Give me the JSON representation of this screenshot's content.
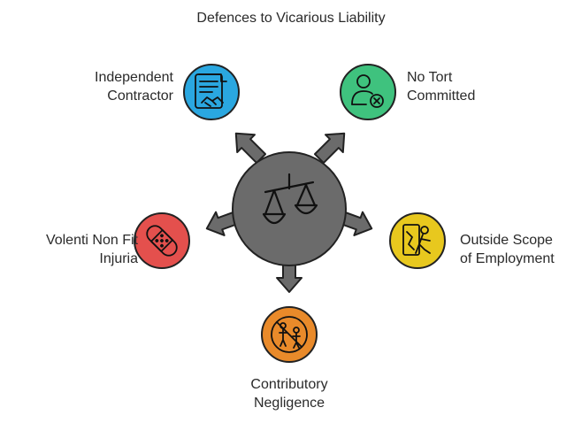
{
  "title": "Defences to Vicarious Liability",
  "center": {
    "icon": "scales-of-justice-icon",
    "fill": "#6b6b6b"
  },
  "nodes": [
    {
      "id": "independent-contractor",
      "lines": [
        "Independent",
        "Contractor"
      ],
      "icon": "contract-handshake-icon",
      "color": "#2aa7e0"
    },
    {
      "id": "no-tort-committed",
      "lines": [
        "No Tort",
        "Committed"
      ],
      "icon": "person-cross-icon",
      "color": "#3fc27e"
    },
    {
      "id": "outside-scope-of-employment",
      "lines": [
        "Outside Scope",
        "of Employment"
      ],
      "icon": "person-leaving-door-icon",
      "color": "#e8c81e"
    },
    {
      "id": "contributory-negligence",
      "lines": [
        "Contributory",
        "Negligence"
      ],
      "icon": "no-children-icon",
      "color": "#e98a2a"
    },
    {
      "id": "volenti-non-fit-injuria",
      "lines": [
        "Volenti Non Fit",
        "Injuria"
      ],
      "icon": "bandage-icon",
      "color": "#e4504d"
    }
  ]
}
